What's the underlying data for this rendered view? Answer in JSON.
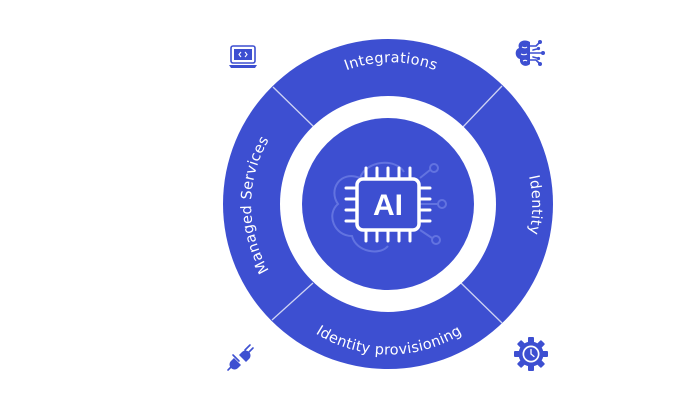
{
  "center": {
    "label": "AI"
  },
  "segments": [
    {
      "label": "Integrations"
    },
    {
      "label": "Identity"
    },
    {
      "label": "Identity provisioning"
    },
    {
      "label": "Managed Services"
    }
  ],
  "icons": [
    "laptop-code-icon",
    "brain-circuit-icon",
    "plug-icon",
    "gear-clock-icon"
  ],
  "colors": {
    "primary": "#3d4fd1",
    "background": "#ffffff"
  }
}
